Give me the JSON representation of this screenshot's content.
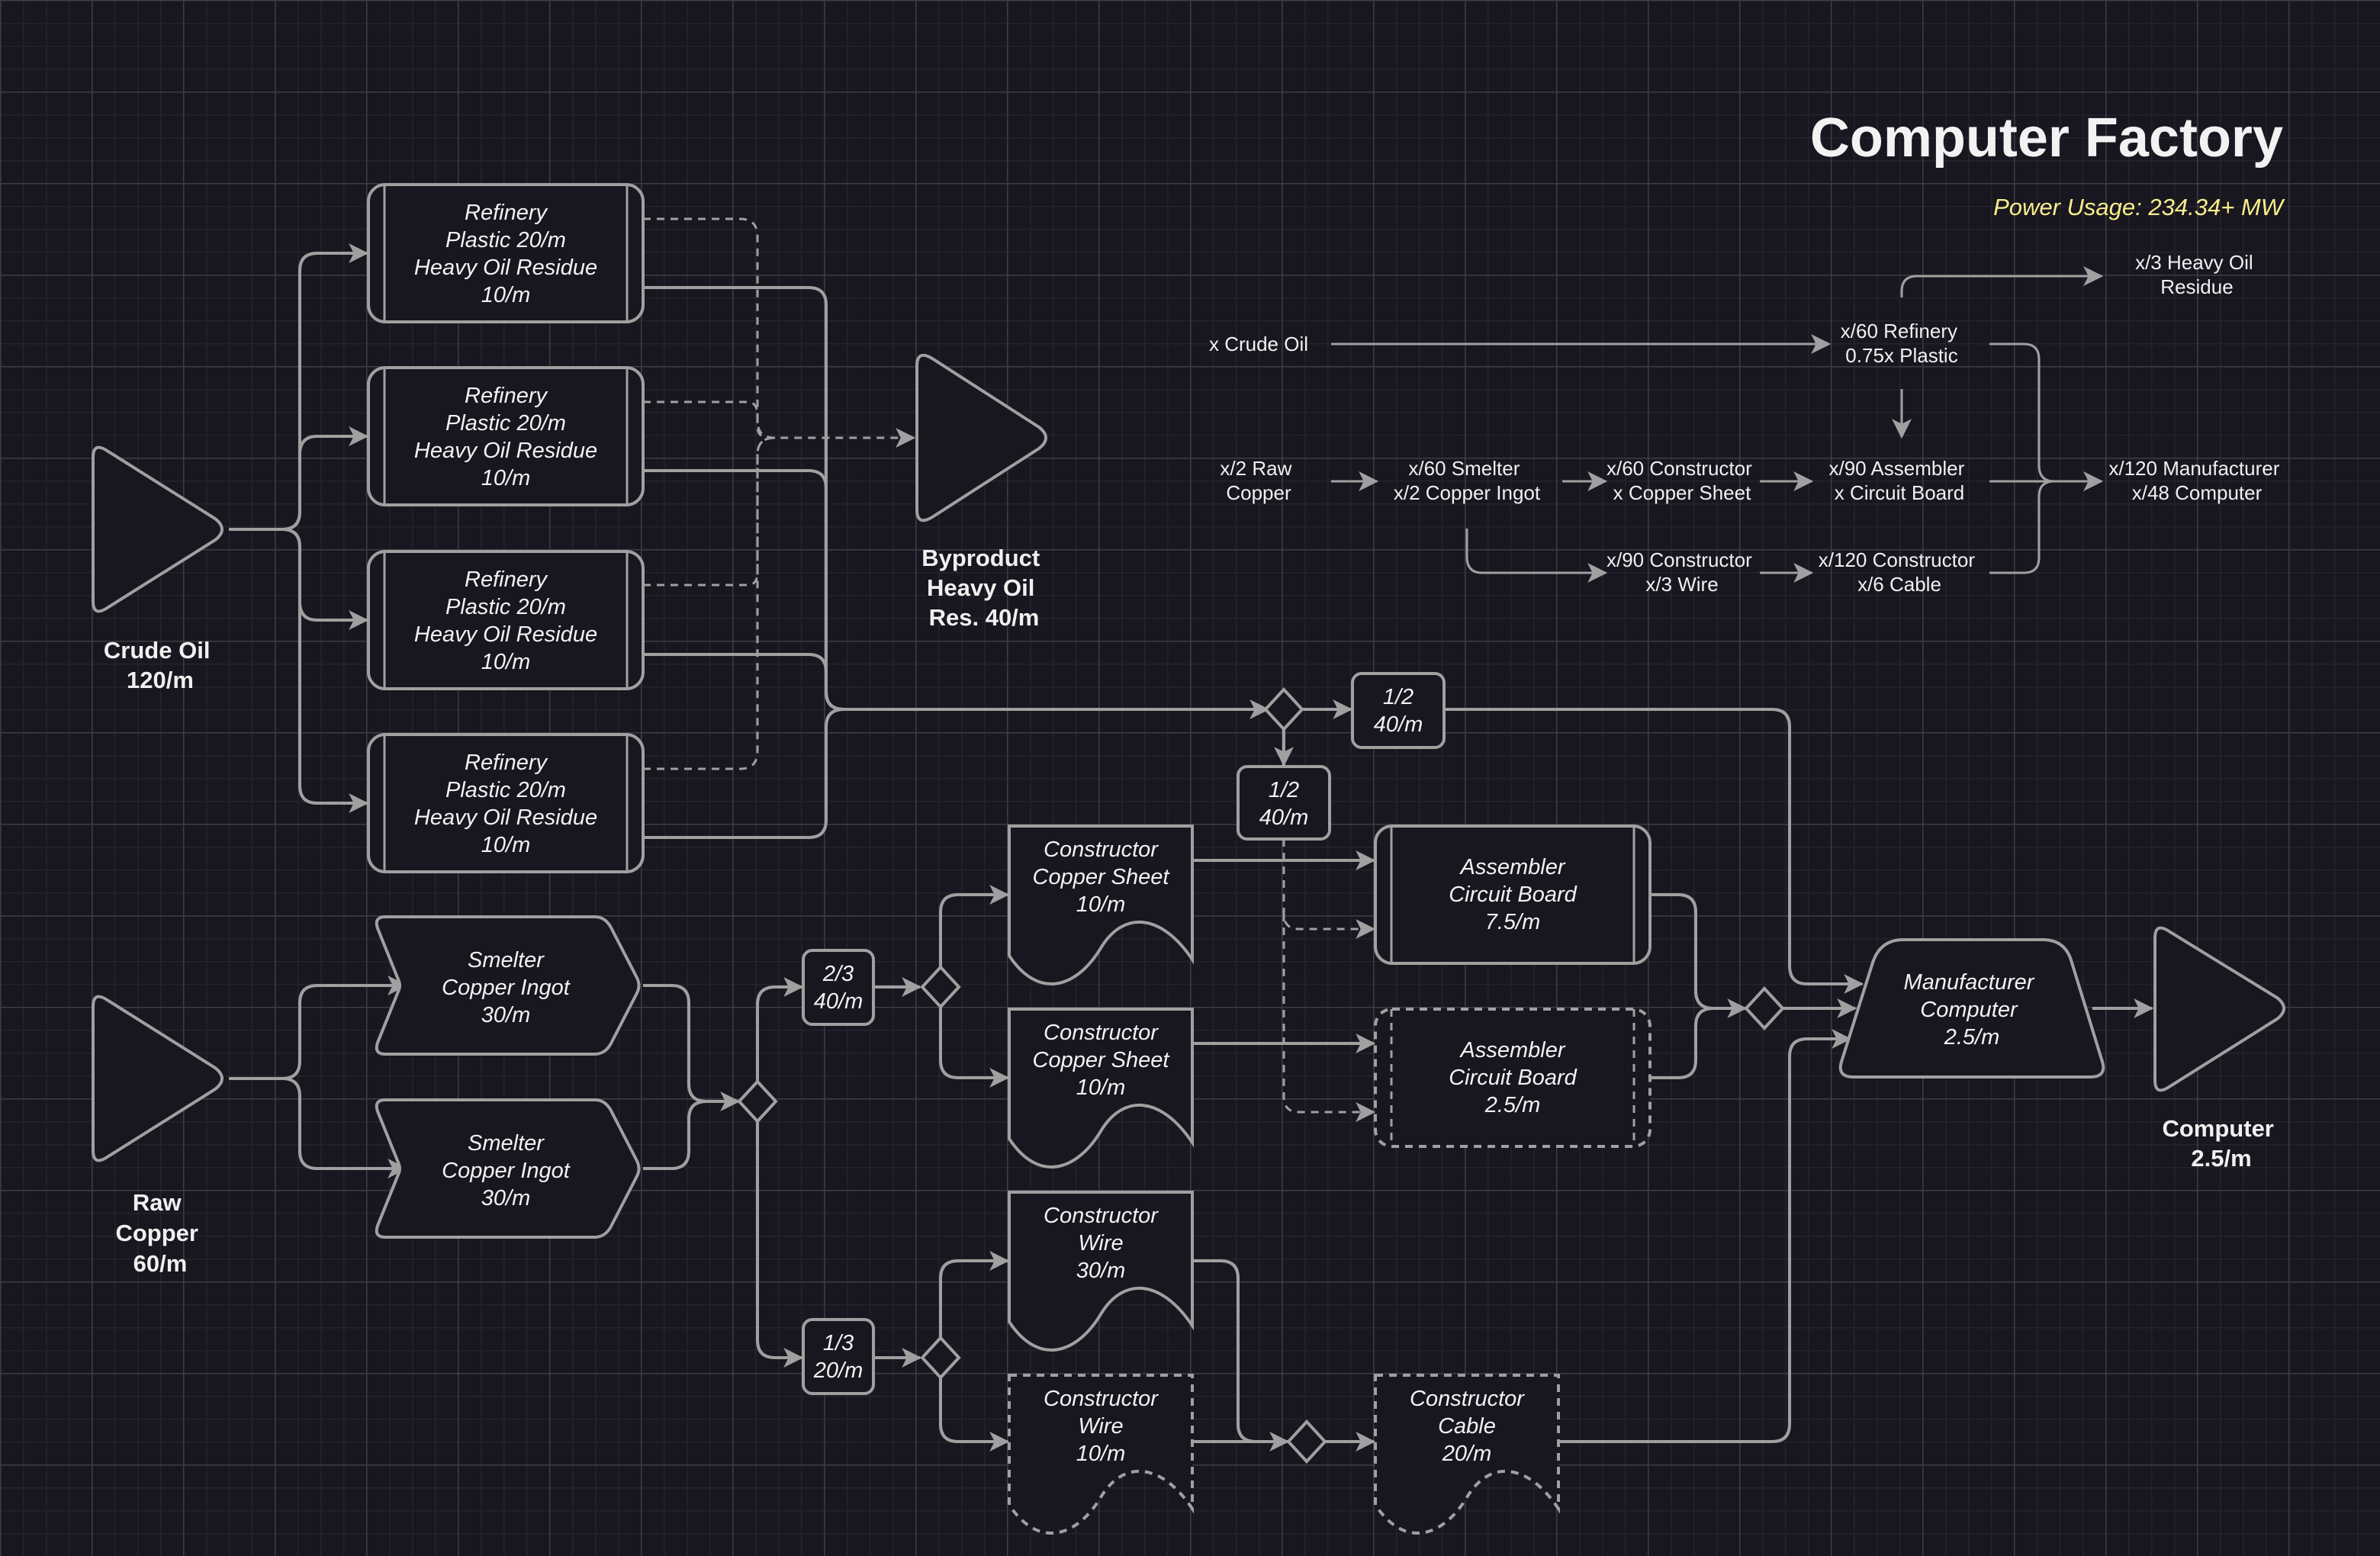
{
  "header": {
    "title": "Computer Factory",
    "power_usage": "Power Usage: 234.34+ MW"
  },
  "colors": {
    "background": "#18161f",
    "grid_major": "#3e3c44",
    "grid_minor": "#25232b",
    "stroke": "#a0a0a0",
    "text": "#f2f2f2",
    "power_text": "#f7ef8a"
  },
  "sources": [
    {
      "id": "crude-oil",
      "lines": [
        "Crude Oil",
        "120/m"
      ]
    },
    {
      "id": "raw-copper",
      "lines": [
        "Raw",
        "Copper",
        "60/m"
      ]
    }
  ],
  "sinks": [
    {
      "id": "byproduct",
      "lines": [
        "Byproduct",
        "Heavy Oil",
        "Res. 40/m"
      ]
    },
    {
      "id": "computer",
      "lines": [
        "Computer",
        "2.5/m"
      ]
    }
  ],
  "refineries": [
    {
      "lines": [
        "Refinery",
        "Plastic 20/m",
        "Heavy Oil Residue",
        "10/m"
      ]
    },
    {
      "lines": [
        "Refinery",
        "Plastic 20/m",
        "Heavy Oil Residue",
        "10/m"
      ]
    },
    {
      "lines": [
        "Refinery",
        "Plastic 20/m",
        "Heavy Oil Residue",
        "10/m"
      ]
    },
    {
      "lines": [
        "Refinery",
        "Plastic 20/m",
        "Heavy Oil Residue",
        "10/m"
      ]
    }
  ],
  "smelters": [
    {
      "lines": [
        "Smelter",
        "Copper Ingot",
        "30/m"
      ]
    },
    {
      "lines": [
        "Smelter",
        "Copper Ingot",
        "30/m"
      ]
    }
  ],
  "splits": [
    {
      "id": "split-2-3",
      "lines": [
        "2/3",
        "40/m"
      ]
    },
    {
      "id": "split-1-3",
      "lines": [
        "1/3",
        "20/m"
      ]
    },
    {
      "id": "split-half-right",
      "lines": [
        "1/2",
        "40/m"
      ]
    },
    {
      "id": "split-half-down",
      "lines": [
        "1/2",
        "40/m"
      ]
    }
  ],
  "constructors": [
    {
      "id": "copper-sheet-1",
      "lines": [
        "Constructor",
        "Copper Sheet",
        "10/m"
      ],
      "dashed": false
    },
    {
      "id": "copper-sheet-2",
      "lines": [
        "Constructor",
        "Copper Sheet",
        "10/m"
      ],
      "dashed": false
    },
    {
      "id": "wire-1",
      "lines": [
        "Constructor",
        "Wire",
        "30/m"
      ],
      "dashed": false
    },
    {
      "id": "wire-2",
      "lines": [
        "Constructor",
        "Wire",
        "10/m"
      ],
      "dashed": true
    },
    {
      "id": "cable",
      "lines": [
        "Constructor",
        "Cable",
        "20/m"
      ],
      "dashed": true
    }
  ],
  "assemblers": [
    {
      "id": "assembler-1",
      "lines": [
        "Assembler",
        "Circuit Board",
        "7.5/m"
      ],
      "dashed": false
    },
    {
      "id": "assembler-2",
      "lines": [
        "Assembler",
        "Circuit Board",
        "2.5/m"
      ],
      "dashed": true
    }
  ],
  "manufacturer": {
    "lines": [
      "Manufacturer",
      "Computer",
      "2.5/m"
    ]
  },
  "ratio_legend": {
    "crude_oil": "x Crude Oil",
    "refinery": [
      "x/60 Refinery",
      "0.75x Plastic"
    ],
    "heavy_oil": [
      "x/3 Heavy Oil",
      "Residue"
    ],
    "raw_copper": [
      "x/2 Raw",
      "Copper"
    ],
    "smelter": [
      "x/60 Smelter",
      "x/2 Copper Ingot"
    ],
    "constructor_sheet": [
      "x/60 Constructor",
      "x Copper Sheet"
    ],
    "assembler": [
      "x/90 Assembler",
      "x Circuit Board"
    ],
    "manufacturer": [
      "x/120 Manufacturer",
      "x/48 Computer"
    ],
    "constructor_wire": [
      "x/90 Constructor",
      "x/3 Wire"
    ],
    "constructor_cable": [
      "x/120 Constructor",
      "x/6 Cable"
    ]
  }
}
